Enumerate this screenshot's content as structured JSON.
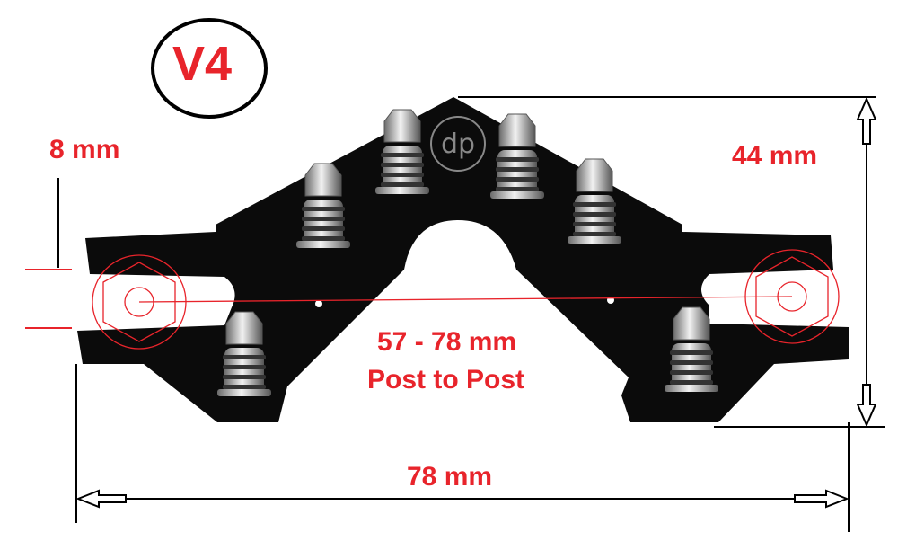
{
  "title_badge": "V4",
  "logo_text": "dp",
  "labels": {
    "slot_width": "8 mm",
    "height": "44 mm",
    "post_range": "57 - 78 mm",
    "post_caption": "Post to Post",
    "width": "78 mm"
  },
  "colors": {
    "dimension_text": "#e8242b",
    "bracket": "#0a0a0a",
    "lines": "#000000"
  }
}
